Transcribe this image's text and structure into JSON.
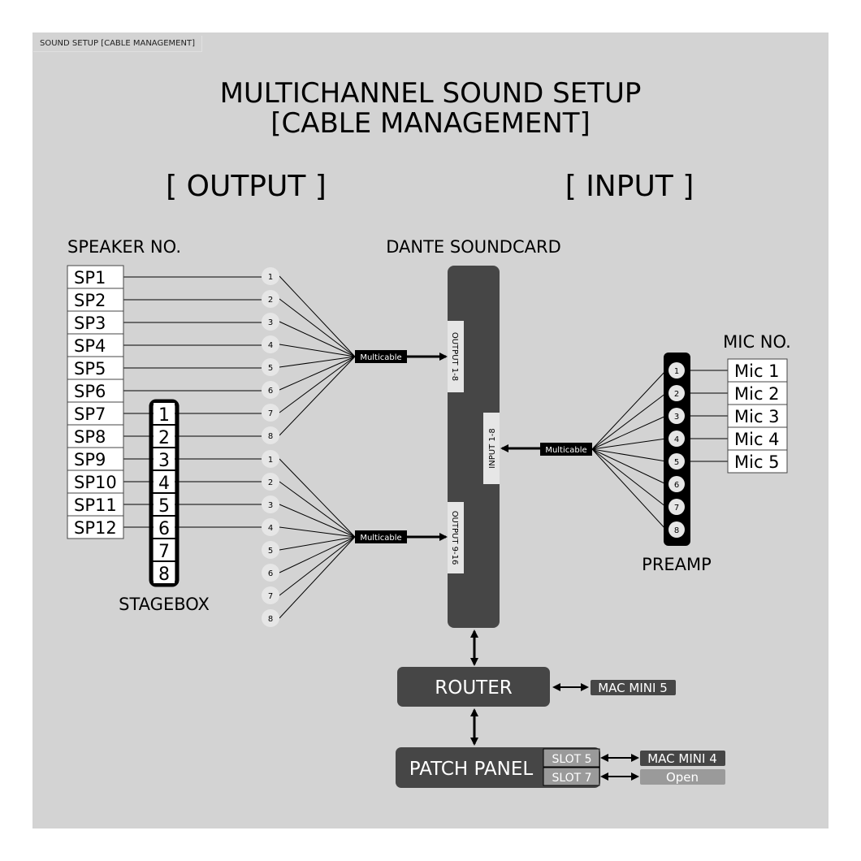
{
  "tag": "SOUND SETUP [CABLE MANAGEMENT]",
  "title_line1": "MULTICHANNEL SOUND SETUP",
  "title_line2": "[CABLE MANAGEMENT]",
  "output_heading": "[ OUTPUT ]",
  "input_heading": "[ INPUT ]",
  "speaker_heading": "SPEAKER NO.",
  "soundcard_heading": "DANTE SOUNDCARD",
  "mic_heading": "MIC NO.",
  "speakers": [
    "SP1",
    "SP2",
    "SP3",
    "SP4",
    "SP5",
    "SP6",
    "SP7",
    "SP8",
    "SP9",
    "SP10",
    "SP11",
    "SP12"
  ],
  "stagebox": {
    "label": "STAGEBOX",
    "ports": [
      "1",
      "2",
      "3",
      "4",
      "5",
      "6",
      "7",
      "8"
    ]
  },
  "output_group_a": {
    "nodes": [
      "1",
      "2",
      "3",
      "4",
      "5",
      "6",
      "7",
      "8"
    ],
    "multicable": "Multicable",
    "port_label": "OUTPUT 1-8"
  },
  "output_group_b": {
    "nodes": [
      "1",
      "2",
      "3",
      "4",
      "5",
      "6",
      "7",
      "8"
    ],
    "multicable": "Multicable",
    "port_label": "OUTPUT 9-16"
  },
  "input_group": {
    "port_label": "INPUT 1-8",
    "multicable": "Multicable"
  },
  "preamp": {
    "label": "PREAMP",
    "channels": [
      "1",
      "2",
      "3",
      "4",
      "5",
      "6",
      "7",
      "8"
    ]
  },
  "mics": [
    "Mic 1",
    "Mic 2",
    "Mic 3",
    "Mic 4",
    "Mic 5"
  ],
  "router": {
    "label": "ROUTER",
    "device": "MAC MINI 5"
  },
  "patch_panel": {
    "label": "PATCH PANEL",
    "slots": [
      {
        "slot": "SLOT 5",
        "device": "MAC MINI 4"
      },
      {
        "slot": "SLOT 7",
        "device": "Open"
      }
    ]
  },
  "colors": {
    "background": "#d3d3d3",
    "dark": "#464646",
    "black": "#000000",
    "node": "#e6e6e6",
    "open": "#9a9a9a"
  }
}
